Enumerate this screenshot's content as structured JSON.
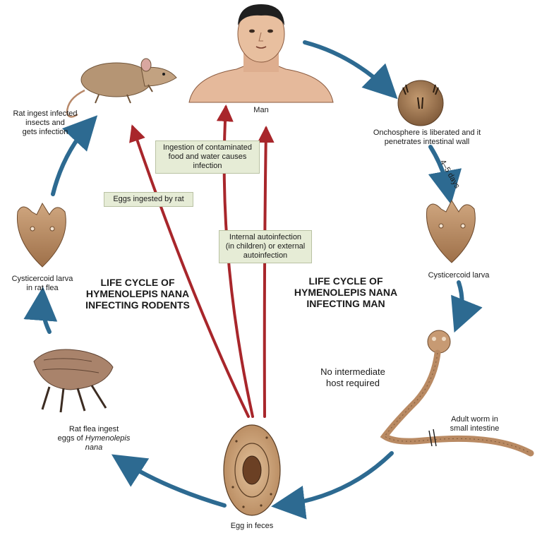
{
  "titles": {
    "rodents": "LIFE CYCLE OF\nHYMENOLEPIS NANA\nINFECTING RODENTS",
    "man": "LIFE CYCLE OF\nHYMENOLEPIS NANA\nINFECTING MAN"
  },
  "labels": {
    "man": "Man",
    "rat": "Rat ingest infected\ninsects and\ngets infection",
    "onchosphere": "Onchosphere is liberated and it\npenetrates intestinal wall",
    "days": "4–5 days",
    "cysticercoid_man": "Cysticercoid larva",
    "cysticercoid_flea": "Cysticercoid larva\nin rat flea",
    "no_intermediate": "No intermediate\nhost required",
    "adult_worm": "Adult worm in\nsmall intestine",
    "flea_line1": "Rat flea ingest",
    "flea_line2_plain": "eggs of ",
    "flea_line2_italic": "Hymenolepis",
    "flea_line3_italic": "nana",
    "egg": "Egg in feces"
  },
  "boxes": {
    "contaminated": "Ingestion of contaminated\nfood and water causes\ninfection",
    "eggs_rat": "Eggs ingested by rat",
    "autoinfection": "Internal autoinfection\n(in children) or external\nautoinfection"
  },
  "colors": {
    "blue_arrow": "#2d6a91",
    "red_arrow": "#a8262b",
    "label_box": "#e6ecd6",
    "larva": "#b98a63",
    "egg": "#c59a6e"
  }
}
